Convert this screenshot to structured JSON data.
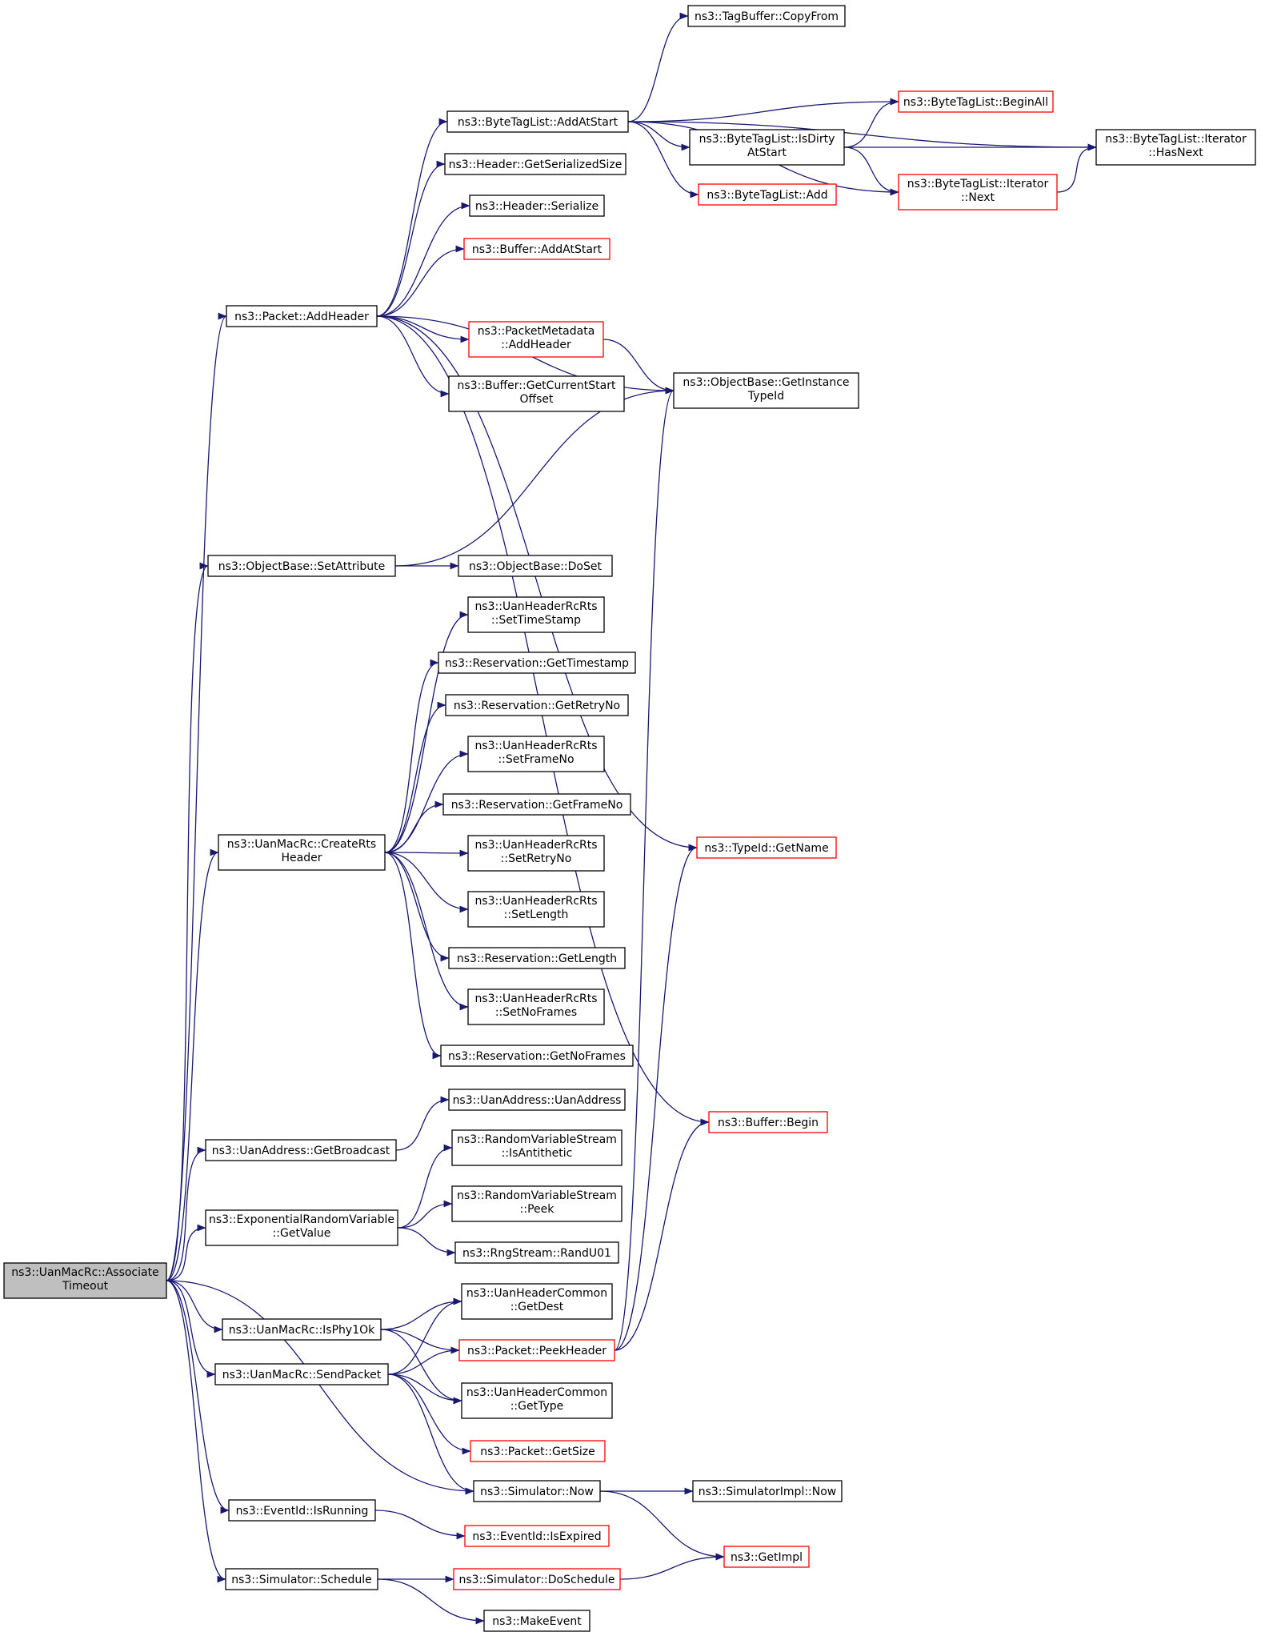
{
  "colors": {
    "edge": "#191970",
    "box_border": "#000000",
    "box_border_partial": "#ff0000",
    "root_fill": "#bfbfbf"
  },
  "nodes": [
    {
      "id": "associate",
      "lines": [
        "ns3::UanMacRc::Associate",
        "Timeout"
      ],
      "style": "root"
    },
    {
      "id": "addheader",
      "lines": [
        "ns3::Packet::AddHeader"
      ],
      "style": "normal"
    },
    {
      "id": "setattribute",
      "lines": [
        "ns3::ObjectBase::SetAttribute"
      ],
      "style": "normal"
    },
    {
      "id": "creatertsheader",
      "lines": [
        "ns3::UanMacRc::CreateRts",
        "Header"
      ],
      "style": "normal"
    },
    {
      "id": "getbroadcast",
      "lines": [
        "ns3::UanAddress::GetBroadcast"
      ],
      "style": "normal"
    },
    {
      "id": "exp_getvalue",
      "lines": [
        "ns3::ExponentialRandomVariable",
        "::GetValue"
      ],
      "style": "normal"
    },
    {
      "id": "isphy1ok",
      "lines": [
        "ns3::UanMacRc::IsPhy1Ok"
      ],
      "style": "normal"
    },
    {
      "id": "sendpacket",
      "lines": [
        "ns3::UanMacRc::SendPacket"
      ],
      "style": "normal"
    },
    {
      "id": "isrunning",
      "lines": [
        "ns3::EventId::IsRunning"
      ],
      "style": "normal"
    },
    {
      "id": "schedule",
      "lines": [
        "ns3::Simulator::Schedule"
      ],
      "style": "normal"
    },
    {
      "id": "btl_addatstart",
      "lines": [
        "ns3::ByteTagList::AddAtStart"
      ],
      "style": "normal"
    },
    {
      "id": "getserializedsize",
      "lines": [
        "ns3::Header::GetSerializedSize"
      ],
      "style": "normal"
    },
    {
      "id": "serialize",
      "lines": [
        "ns3::Header::Serialize"
      ],
      "style": "normal"
    },
    {
      "id": "buffer_addatstart",
      "lines": [
        "ns3::Buffer::AddAtStart"
      ],
      "style": "partial"
    },
    {
      "id": "pm_addheader",
      "lines": [
        "ns3::PacketMetadata",
        "::AddHeader"
      ],
      "style": "partial"
    },
    {
      "id": "getcurrentstartoffset",
      "lines": [
        "ns3::Buffer::GetCurrentStart",
        "Offset"
      ],
      "style": "normal"
    },
    {
      "id": "tagbuffer_copyfrom",
      "lines": [
        "ns3::TagBuffer::CopyFrom"
      ],
      "style": "normal"
    },
    {
      "id": "btl_isdirty",
      "lines": [
        "ns3::ByteTagList::IsDirty",
        "AtStart"
      ],
      "style": "normal"
    },
    {
      "id": "btl_add",
      "lines": [
        "ns3::ByteTagList::Add"
      ],
      "style": "partial"
    },
    {
      "id": "btl_beginall",
      "lines": [
        "ns3::ByteTagList::BeginAll"
      ],
      "style": "partial"
    },
    {
      "id": "btl_iter_next",
      "lines": [
        "ns3::ByteTagList::Iterator",
        "::Next"
      ],
      "style": "partial"
    },
    {
      "id": "btl_iter_hasnext",
      "lines": [
        "ns3::ByteTagList::Iterator",
        "::HasNext"
      ],
      "style": "normal"
    },
    {
      "id": "getinstancetypeid",
      "lines": [
        "ns3::ObjectBase::GetInstance",
        "TypeId"
      ],
      "style": "normal"
    },
    {
      "id": "doset",
      "lines": [
        "ns3::ObjectBase::DoSet"
      ],
      "style": "normal"
    },
    {
      "id": "rts_settimestamp",
      "lines": [
        "ns3::UanHeaderRcRts",
        "::SetTimeStamp"
      ],
      "style": "normal"
    },
    {
      "id": "res_gettimestamp",
      "lines": [
        "ns3::Reservation::GetTimestamp"
      ],
      "style": "normal"
    },
    {
      "id": "res_getretryno",
      "lines": [
        "ns3::Reservation::GetRetryNo"
      ],
      "style": "normal"
    },
    {
      "id": "rts_setframeno",
      "lines": [
        "ns3::UanHeaderRcRts",
        "::SetFrameNo"
      ],
      "style": "normal"
    },
    {
      "id": "res_getframeno",
      "lines": [
        "ns3::Reservation::GetFrameNo"
      ],
      "style": "normal"
    },
    {
      "id": "rts_setretryno",
      "lines": [
        "ns3::UanHeaderRcRts",
        "::SetRetryNo"
      ],
      "style": "normal"
    },
    {
      "id": "rts_setlength",
      "lines": [
        "ns3::UanHeaderRcRts",
        "::SetLength"
      ],
      "style": "normal"
    },
    {
      "id": "res_getlength",
      "lines": [
        "ns3::Reservation::GetLength"
      ],
      "style": "normal"
    },
    {
      "id": "rts_setnoframes",
      "lines": [
        "ns3::UanHeaderRcRts",
        "::SetNoFrames"
      ],
      "style": "normal"
    },
    {
      "id": "res_getnoframes",
      "lines": [
        "ns3::Reservation::GetNoFrames"
      ],
      "style": "normal"
    },
    {
      "id": "typeid_getname",
      "lines": [
        "ns3::TypeId::GetName"
      ],
      "style": "partial"
    },
    {
      "id": "uanaddress_ctor",
      "lines": [
        "ns3::UanAddress::UanAddress"
      ],
      "style": "normal"
    },
    {
      "id": "rvs_isantithetic",
      "lines": [
        "ns3::RandomVariableStream",
        "::IsAntithetic"
      ],
      "style": "normal"
    },
    {
      "id": "rvs_peek",
      "lines": [
        "ns3::RandomVariableStream",
        "::Peek"
      ],
      "style": "normal"
    },
    {
      "id": "randu01",
      "lines": [
        "ns3::RngStream::RandU01"
      ],
      "style": "normal"
    },
    {
      "id": "buffer_begin",
      "lines": [
        "ns3::Buffer::Begin"
      ],
      "style": "partial"
    },
    {
      "id": "common_getdest",
      "lines": [
        "ns3::UanHeaderCommon",
        "::GetDest"
      ],
      "style": "normal"
    },
    {
      "id": "peekheader",
      "lines": [
        "ns3::Packet::PeekHeader"
      ],
      "style": "partial"
    },
    {
      "id": "common_gettype",
      "lines": [
        "ns3::UanHeaderCommon",
        "::GetType"
      ],
      "style": "normal"
    },
    {
      "id": "packet_getsize",
      "lines": [
        "ns3::Packet::GetSize"
      ],
      "style": "partial"
    },
    {
      "id": "simulator_now",
      "lines": [
        "ns3::Simulator::Now"
      ],
      "style": "normal"
    },
    {
      "id": "simulatorimpl_now",
      "lines": [
        "ns3::SimulatorImpl::Now"
      ],
      "style": "normal"
    },
    {
      "id": "getimpl",
      "lines": [
        "ns3::GetImpl"
      ],
      "style": "partial"
    },
    {
      "id": "isexpired",
      "lines": [
        "ns3::EventId::IsExpired"
      ],
      "style": "partial"
    },
    {
      "id": "doschedule",
      "lines": [
        "ns3::Simulator::DoSchedule"
      ],
      "style": "partial"
    },
    {
      "id": "makeevent",
      "lines": [
        "ns3::MakeEvent"
      ],
      "style": "normal"
    }
  ],
  "edges": [
    [
      "associate",
      "addheader"
    ],
    [
      "associate",
      "setattribute"
    ],
    [
      "associate",
      "creatertsheader"
    ],
    [
      "associate",
      "getbroadcast"
    ],
    [
      "associate",
      "exp_getvalue"
    ],
    [
      "associate",
      "isphy1ok"
    ],
    [
      "associate",
      "sendpacket"
    ],
    [
      "associate",
      "simulator_now"
    ],
    [
      "associate",
      "isrunning"
    ],
    [
      "associate",
      "schedule"
    ],
    [
      "addheader",
      "btl_addatstart"
    ],
    [
      "addheader",
      "getserializedsize"
    ],
    [
      "addheader",
      "serialize"
    ],
    [
      "addheader",
      "buffer_addatstart"
    ],
    [
      "addheader",
      "getinstancetypeid"
    ],
    [
      "addheader",
      "pm_addheader"
    ],
    [
      "addheader",
      "getcurrentstartoffset"
    ],
    [
      "addheader",
      "typeid_getname"
    ],
    [
      "addheader",
      "buffer_begin"
    ],
    [
      "btl_addatstart",
      "tagbuffer_copyfrom"
    ],
    [
      "btl_addatstart",
      "btl_iter_hasnext"
    ],
    [
      "btl_addatstart",
      "btl_beginall"
    ],
    [
      "btl_addatstart",
      "btl_isdirty"
    ],
    [
      "btl_addatstart",
      "btl_add"
    ],
    [
      "btl_addatstart",
      "btl_iter_next"
    ],
    [
      "btl_isdirty",
      "btl_beginall"
    ],
    [
      "btl_isdirty",
      "btl_iter_hasnext"
    ],
    [
      "btl_isdirty",
      "btl_iter_next"
    ],
    [
      "btl_iter_next",
      "btl_iter_hasnext"
    ],
    [
      "pm_addheader",
      "getinstancetypeid"
    ],
    [
      "setattribute",
      "getinstancetypeid"
    ],
    [
      "setattribute",
      "doset"
    ],
    [
      "creatertsheader",
      "rts_settimestamp"
    ],
    [
      "creatertsheader",
      "res_gettimestamp"
    ],
    [
      "creatertsheader",
      "res_getretryno"
    ],
    [
      "creatertsheader",
      "rts_setframeno"
    ],
    [
      "creatertsheader",
      "res_getframeno"
    ],
    [
      "creatertsheader",
      "rts_setretryno"
    ],
    [
      "creatertsheader",
      "rts_setlength"
    ],
    [
      "creatertsheader",
      "res_getlength"
    ],
    [
      "creatertsheader",
      "rts_setnoframes"
    ],
    [
      "creatertsheader",
      "res_getnoframes"
    ],
    [
      "getbroadcast",
      "uanaddress_ctor"
    ],
    [
      "exp_getvalue",
      "rvs_isantithetic"
    ],
    [
      "exp_getvalue",
      "rvs_peek"
    ],
    [
      "exp_getvalue",
      "randu01"
    ],
    [
      "isphy1ok",
      "common_getdest"
    ],
    [
      "isphy1ok",
      "peekheader"
    ],
    [
      "isphy1ok",
      "common_gettype"
    ],
    [
      "sendpacket",
      "common_getdest"
    ],
    [
      "sendpacket",
      "peekheader"
    ],
    [
      "sendpacket",
      "common_gettype"
    ],
    [
      "sendpacket",
      "packet_getsize"
    ],
    [
      "sendpacket",
      "simulator_now"
    ],
    [
      "peekheader",
      "getinstancetypeid"
    ],
    [
      "peekheader",
      "typeid_getname"
    ],
    [
      "peekheader",
      "buffer_begin"
    ],
    [
      "simulator_now",
      "simulatorimpl_now"
    ],
    [
      "simulator_now",
      "getimpl"
    ],
    [
      "isrunning",
      "isexpired"
    ],
    [
      "schedule",
      "doschedule"
    ],
    [
      "schedule",
      "makeevent"
    ],
    [
      "doschedule",
      "getimpl"
    ]
  ]
}
